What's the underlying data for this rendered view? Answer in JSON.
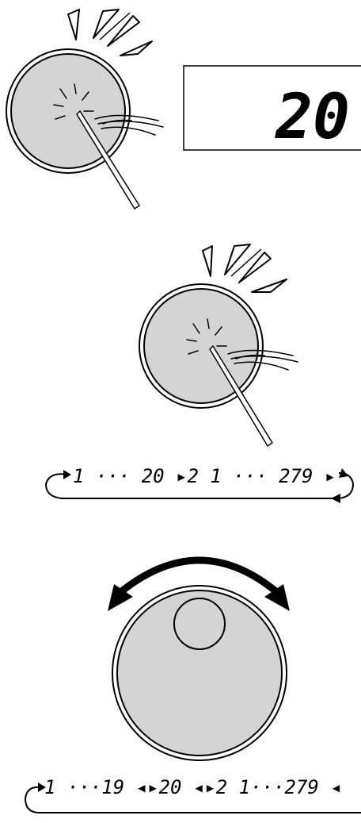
{
  "display": {
    "value": "20"
  },
  "sequence_forward": {
    "text": "1 ··· 20 ▸2 1 ··· 279 ▸"
  },
  "sequence_bidirectional": {
    "text": "1 ···19 ◂▸20 ◂▸2 1···279 ◂"
  },
  "colors": {
    "pad_fill": "#d4d4d4",
    "stroke": "#000000",
    "background": "#ffffff"
  }
}
